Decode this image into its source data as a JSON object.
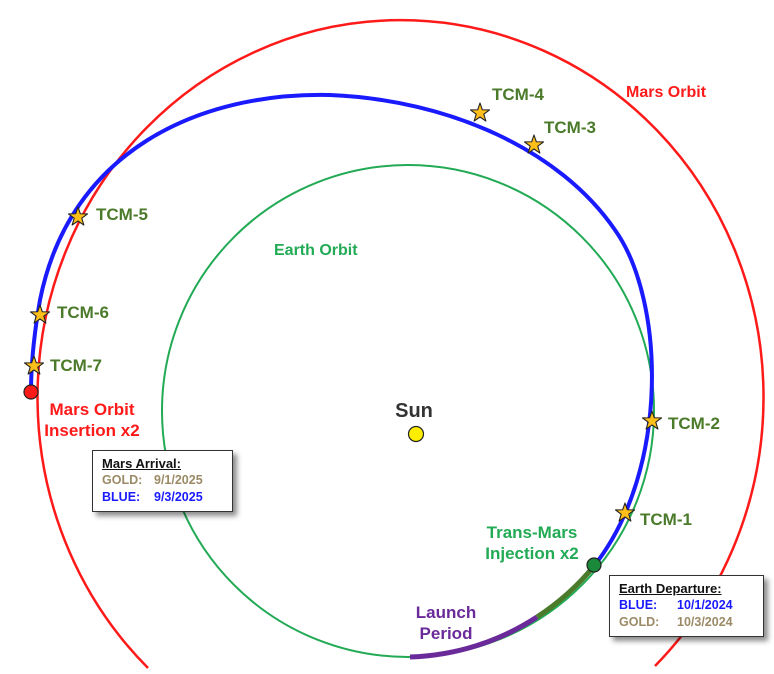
{
  "labels": {
    "mars_orbit": "Mars Orbit",
    "earth_orbit": "Earth Orbit",
    "sun": "Sun",
    "moi_line1": "Mars Orbit",
    "moi_line2": "Insertion x2",
    "tmi_line1": "Trans-Mars",
    "tmi_line2": "Injection x2",
    "launch_line1": "Launch",
    "launch_line2": "Period"
  },
  "tcm": [
    "TCM-1",
    "TCM-2",
    "TCM-3",
    "TCM-4",
    "TCM-5",
    "TCM-6",
    "TCM-7"
  ],
  "mars_arrival": {
    "title": "Mars Arrival:",
    "gold_key": "GOLD:",
    "gold_date": "9/1/2025",
    "blue_key": "BLUE:",
    "blue_date": "9/3/2025"
  },
  "earth_departure": {
    "title": "Earth Departure:",
    "blue_key": "BLUE:",
    "blue_date": "10/1/2024",
    "gold_key": "GOLD:",
    "gold_date": "10/3/2024"
  },
  "colors": {
    "mars_orbit": "#ff1a1a",
    "earth_orbit": "#22aa55",
    "trajectory": "#1a1aff",
    "launch_period": "#6a2a9a",
    "departure_arc": "#4a7a2a",
    "star": "#ffbf1a",
    "sun": "#ffee00",
    "tcm_text": "#4a7a2a",
    "moi_text": "#ff1a1a",
    "tmi_text": "#22aa55",
    "launch_text": "#6a2a9a"
  },
  "icons": [
    "sun-icon",
    "star-icon",
    "mars-insertion-dot-icon",
    "trans-mars-injection-dot-icon"
  ]
}
